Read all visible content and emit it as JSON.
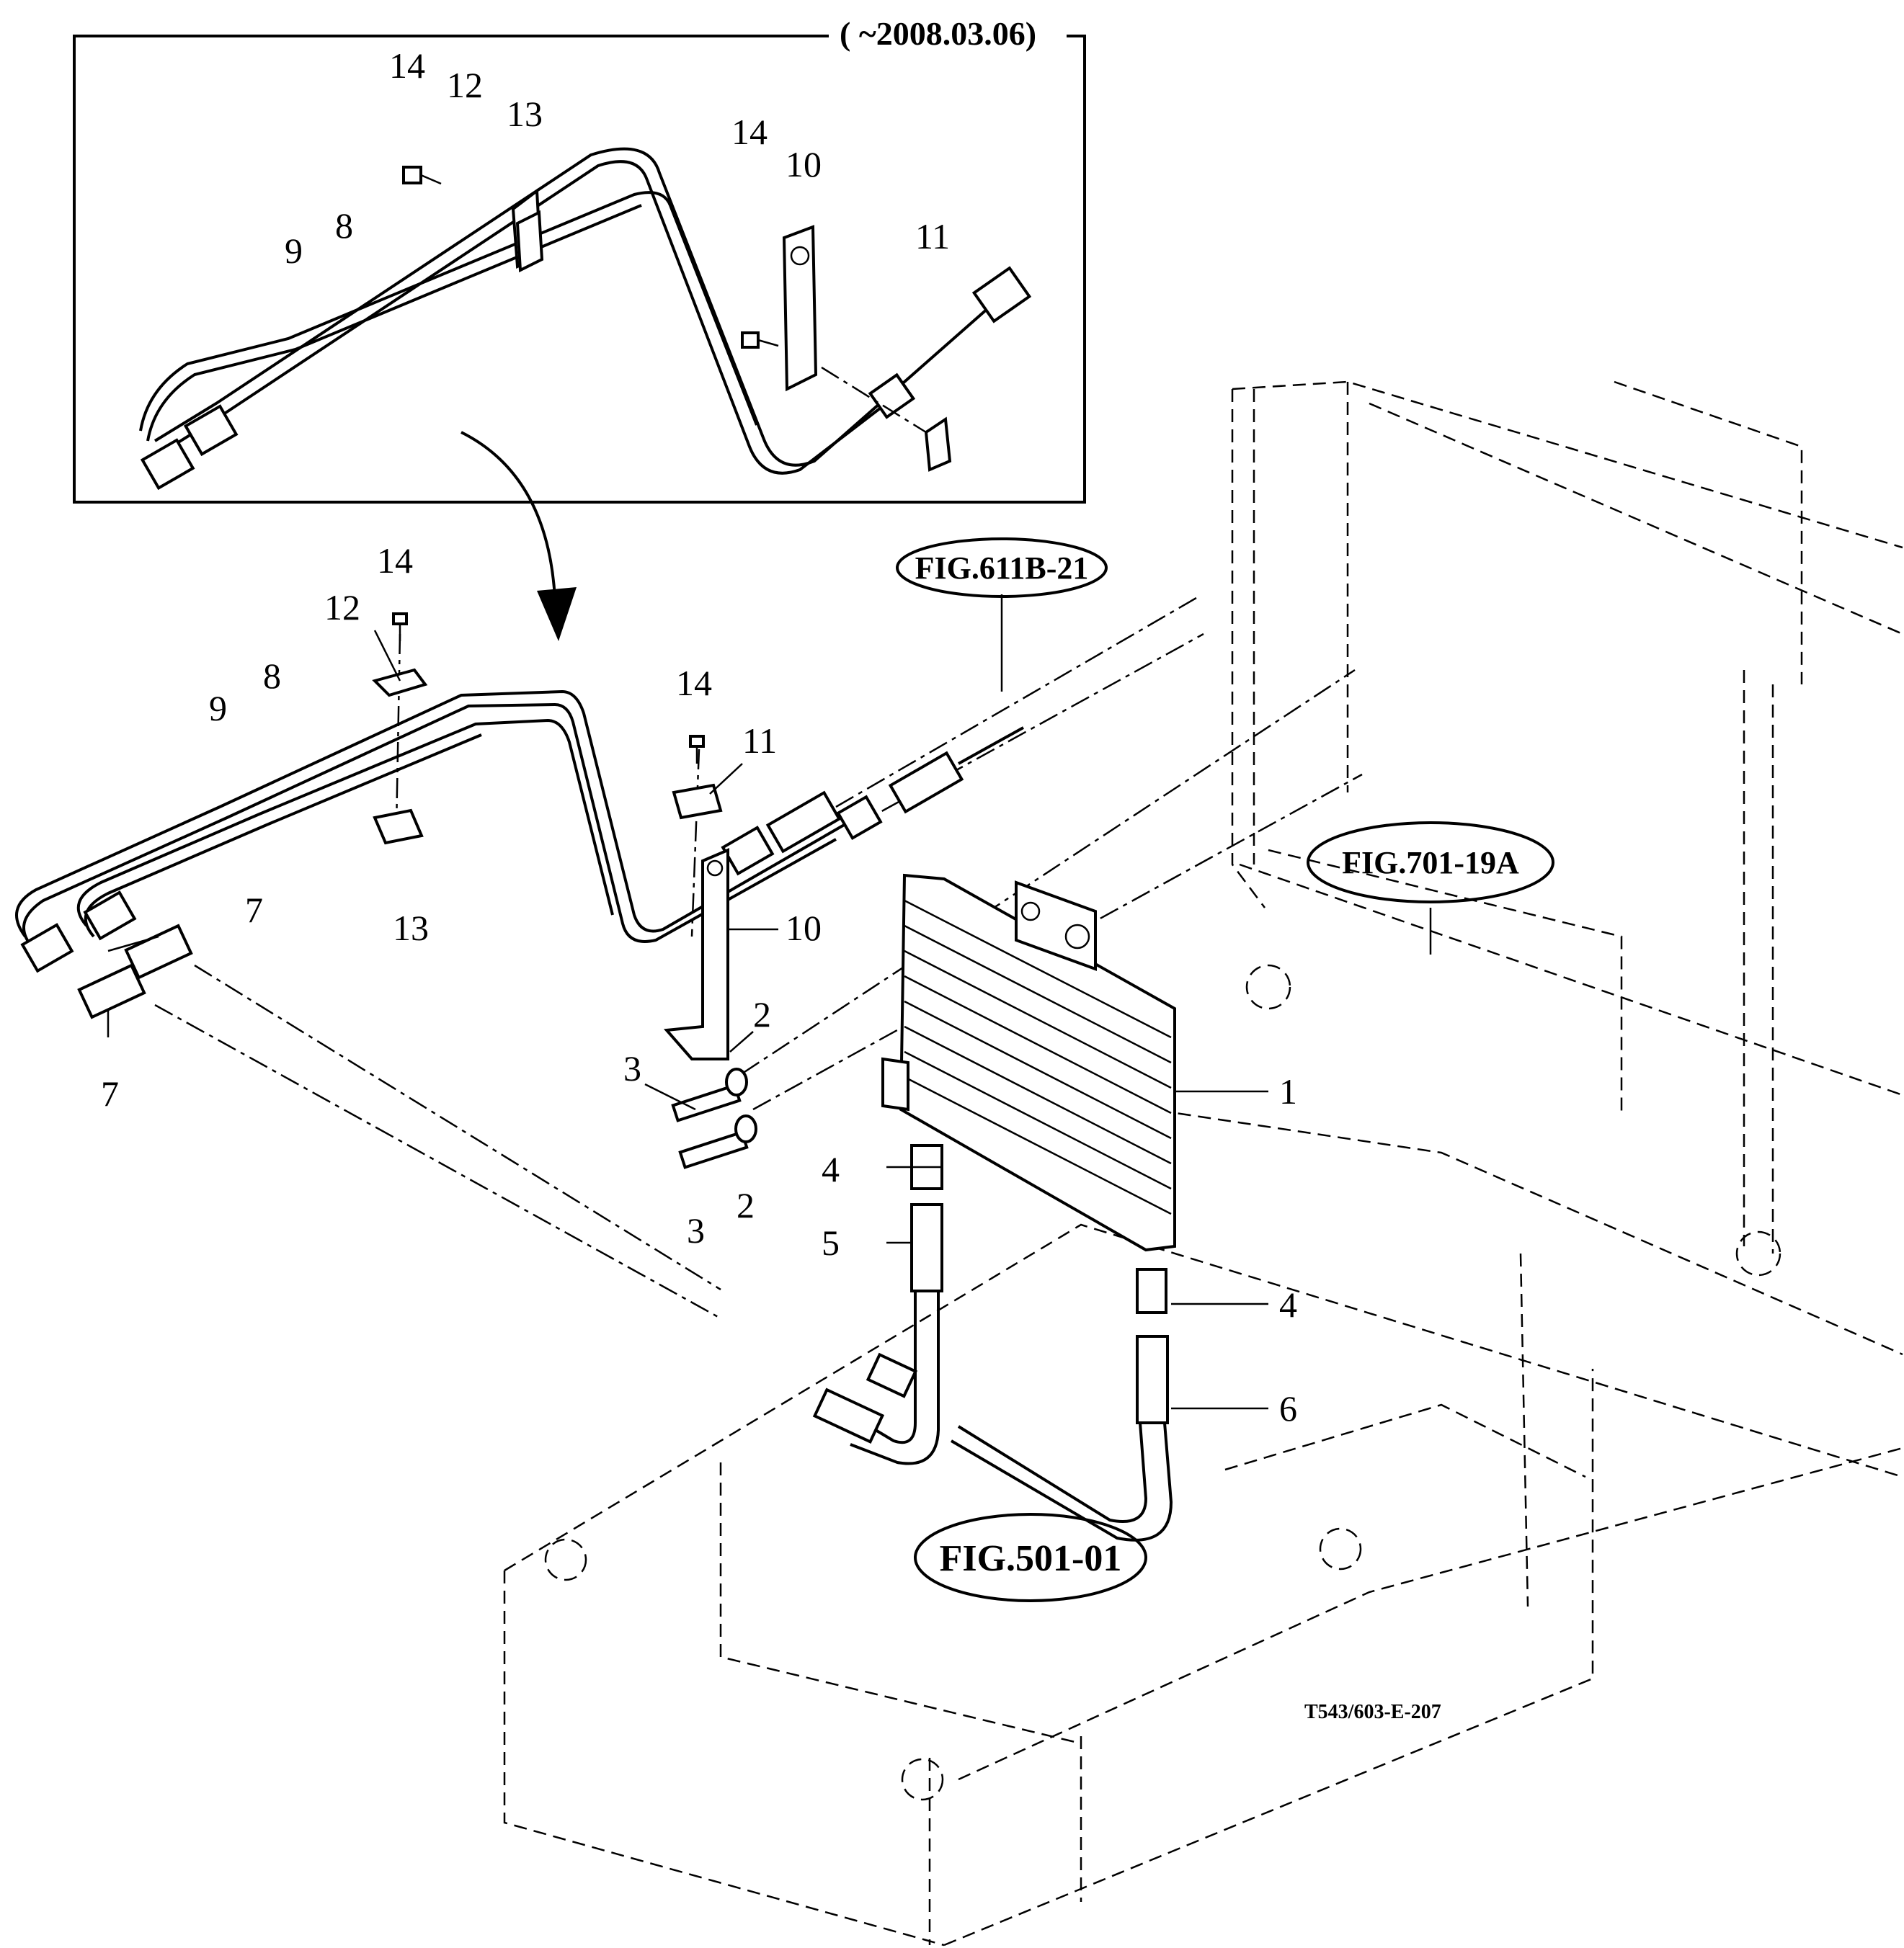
{
  "inset": {
    "date_label": "( ~2008.03.06)"
  },
  "callouts": {
    "inset_14a": "14",
    "inset_12": "12",
    "inset_13": "13",
    "inset_9": "9",
    "inset_8": "8",
    "inset_14b": "14",
    "inset_10": "10",
    "inset_11": "11",
    "main_14a": "14",
    "main_12": "12",
    "main_9": "9",
    "main_8": "8",
    "main_13": "13",
    "main_14b": "14",
    "main_11": "11",
    "main_10": "10",
    "main_7a": "7",
    "main_7b": "7",
    "main_2a": "2",
    "main_2b": "2",
    "main_3a": "3",
    "main_3b": "3",
    "main_1": "1",
    "main_4a": "4",
    "main_4b": "4",
    "main_5": "5",
    "main_6": "6"
  },
  "figrefs": {
    "fig611": "FIG.611B-21",
    "fig701": "FIG.701-19A",
    "fig501": "FIG.501-01"
  },
  "drawing_number": "T543/603-E-207"
}
